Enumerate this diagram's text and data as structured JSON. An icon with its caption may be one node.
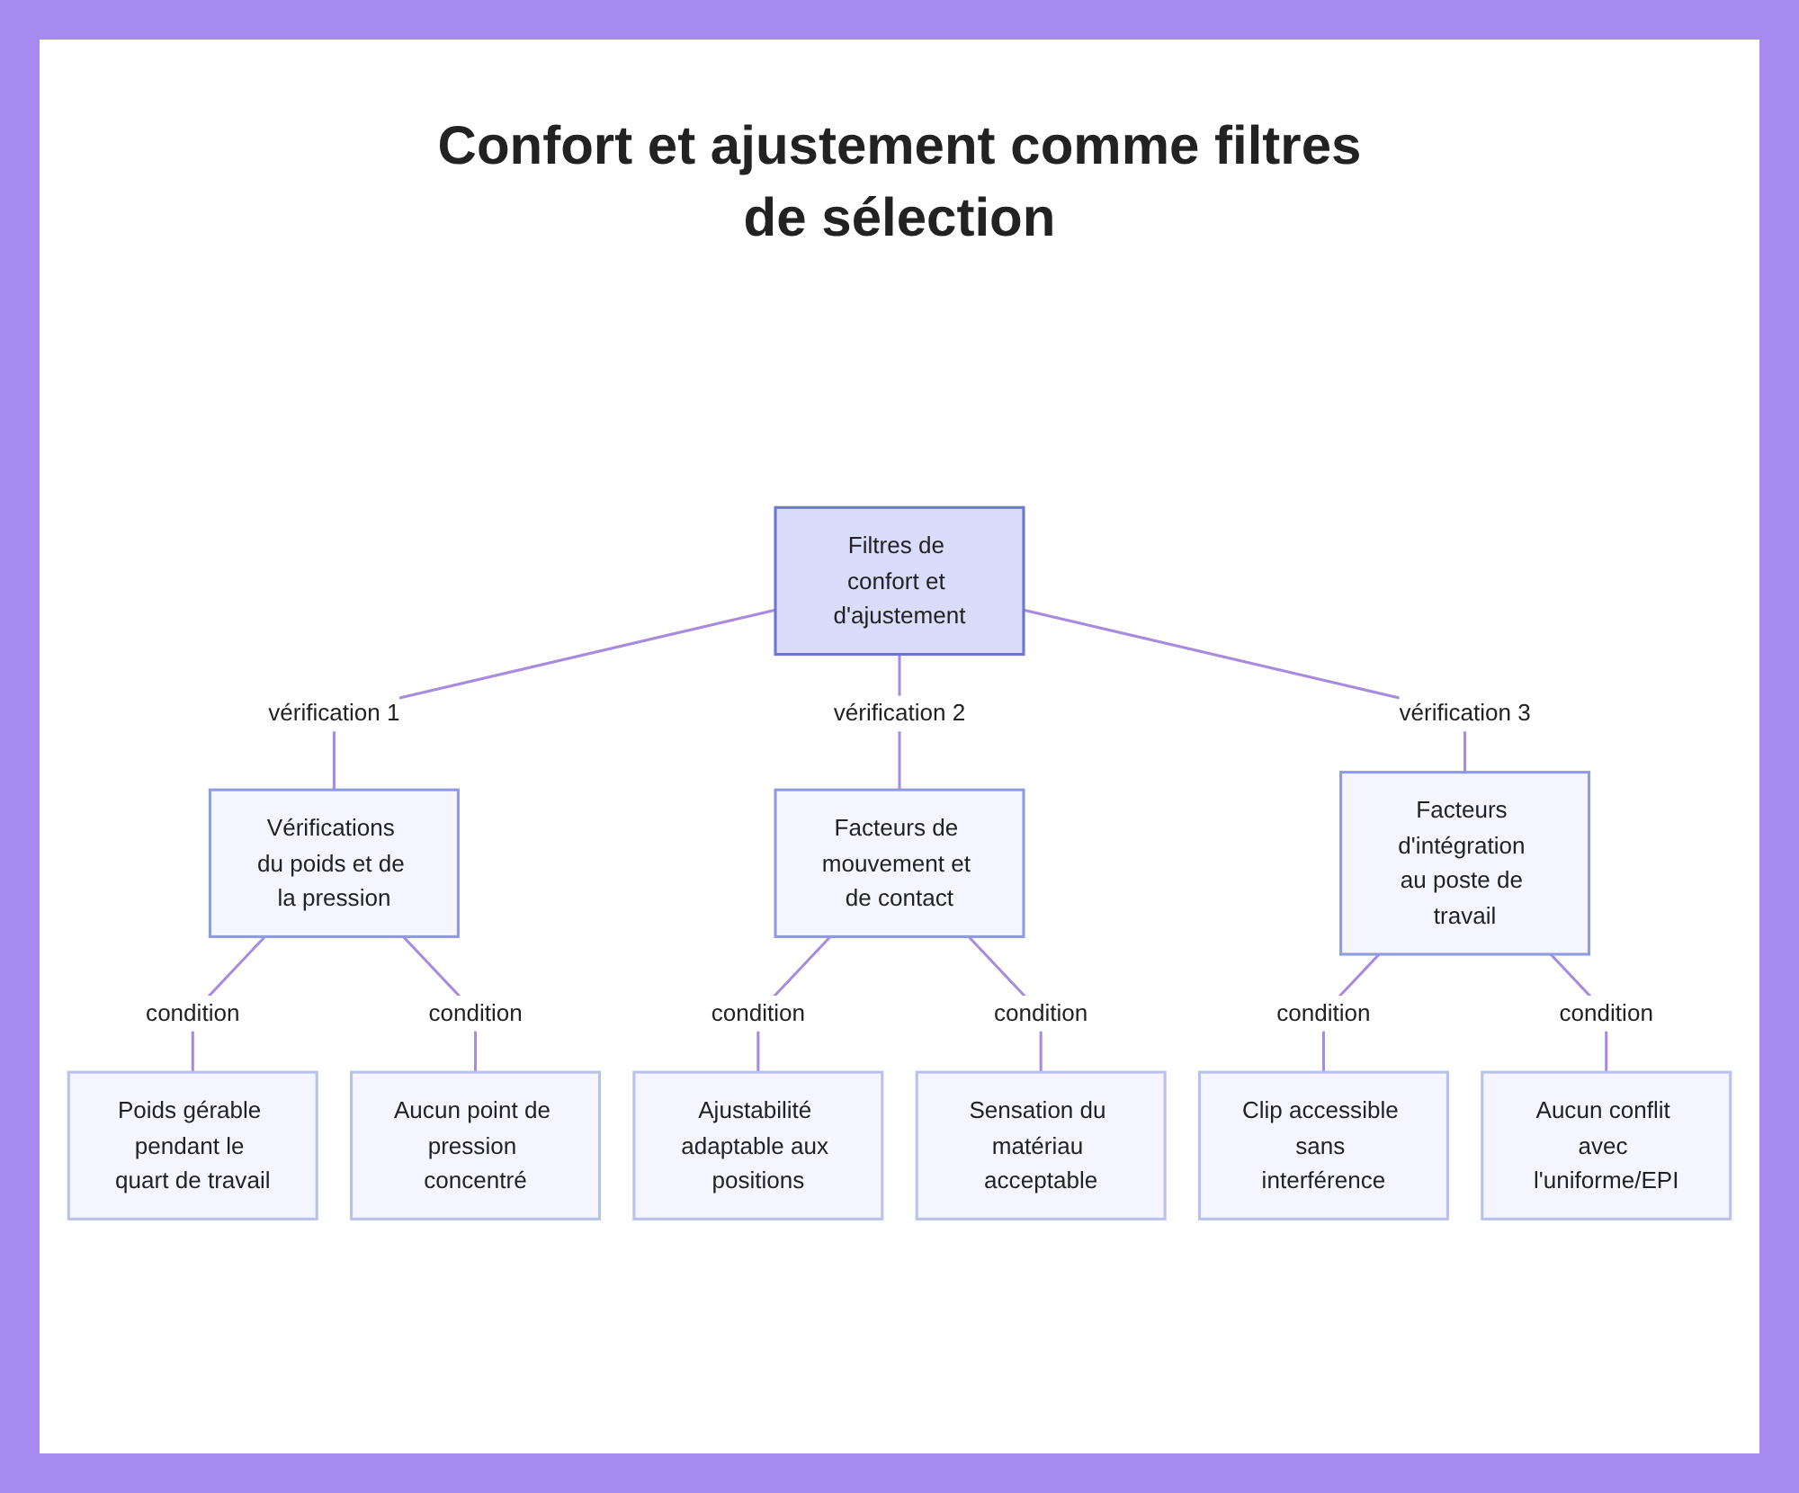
{
  "diagram": {
    "title": "Confort et ajustement comme filtres de sélection",
    "nodes": [
      {
        "text": [
          "Filtres de confort et d'ajustement"
        ]
      },
      {
        "text": [
          "Vérifications du poids et de la pression"
        ]
      },
      {
        "text": [
          "Facteurs de mouvement et de contact"
        ]
      },
      {
        "text": [
          "Facteurs d'intégration au poste de travail"
        ]
      },
      {
        "text": [
          "Poids gérable pendant le quart de travail"
        ]
      },
      {
        "text": [
          "Aucun point de pression concentré"
        ]
      },
      {
        "text": [
          "Ajustabilité adaptable aux positions"
        ]
      },
      {
        "text": [
          "Sensation du matériau acceptable"
        ]
      },
      {
        "text": [
          "Clip accessible sans interférence"
        ]
      },
      {
        "text": [
          "Aucun conflit avec l'uniforme/EPI"
        ]
      }
    ],
    "edges": [
      {
        "from": 0,
        "to": 1,
        "arrow": "none",
        "label": "vérification 1"
      },
      {
        "from": 0,
        "to": 2,
        "arrow": "none",
        "label": "vérification 2"
      },
      {
        "from": 0,
        "to": 3,
        "arrow": "none",
        "label": "vérification 3"
      },
      {
        "from": 1,
        "to": 4,
        "arrow": "none",
        "label": "condition"
      },
      {
        "from": 1,
        "to": 5,
        "arrow": "none",
        "label": "condition"
      },
      {
        "from": 2,
        "to": 6,
        "arrow": "none",
        "label": "condition"
      },
      {
        "from": 2,
        "to": 7,
        "arrow": "none",
        "label": "condition"
      },
      {
        "from": 3,
        "to": 8,
        "arrow": "none",
        "label": "condition"
      },
      {
        "from": 3,
        "to": 9,
        "arrow": "none",
        "label": "condition"
      }
    ]
  }
}
